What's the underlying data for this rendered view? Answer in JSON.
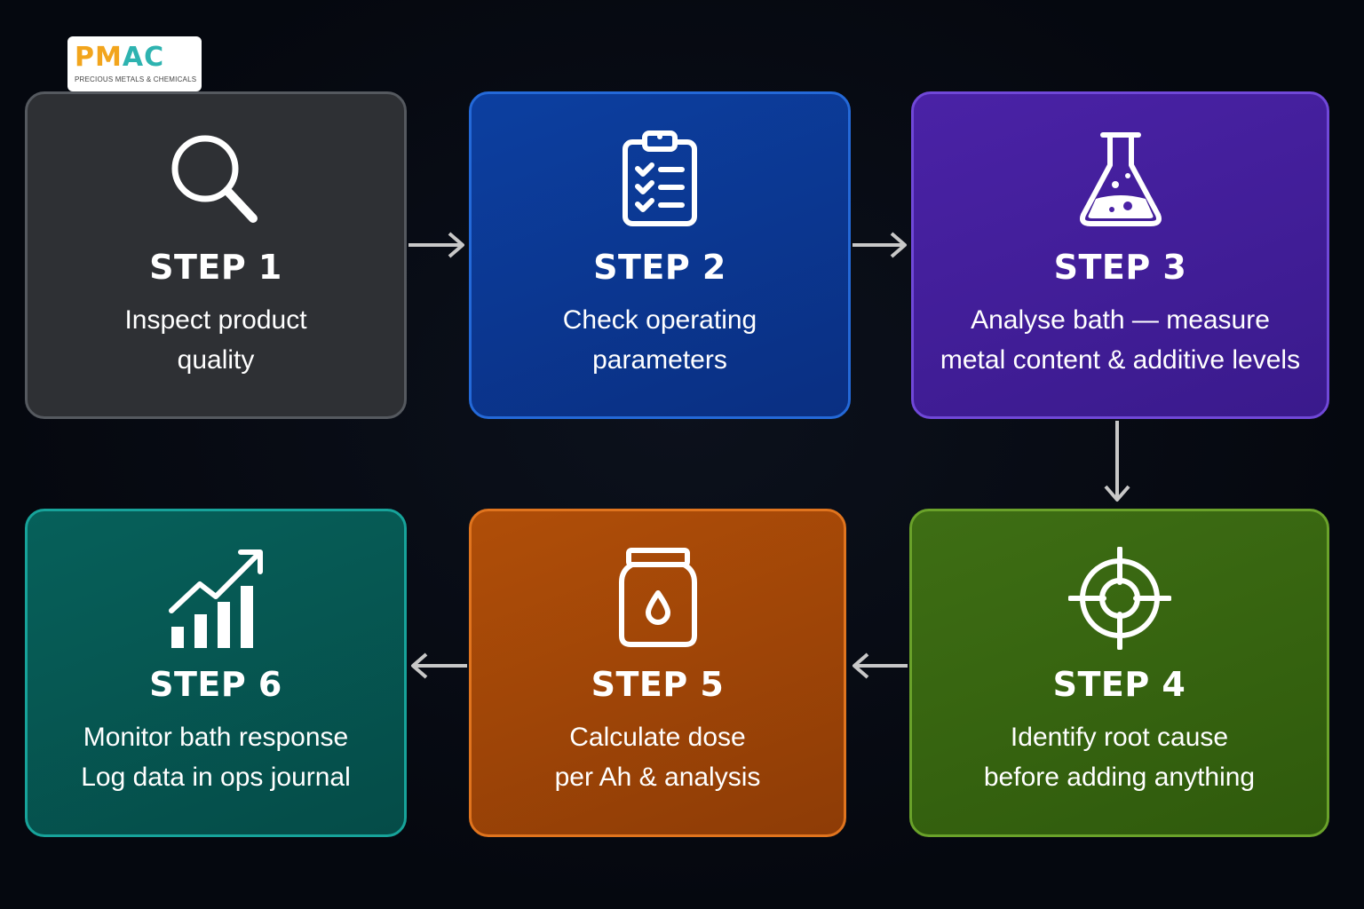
{
  "logo": {
    "mark_letters": [
      "P",
      "M",
      "A",
      "C"
    ],
    "tagline": "PRECIOUS METALS & CHEMICALS"
  },
  "steps": [
    {
      "title": "STEP 1",
      "lines": [
        "Inspect product",
        "quality"
      ],
      "icon": "magnifier-icon",
      "color": "#2e3034"
    },
    {
      "title": "STEP 2",
      "lines": [
        "Check operating",
        "parameters"
      ],
      "icon": "clipboard-checklist-icon",
      "color": "#0c3fa0"
    },
    {
      "title": "STEP 3",
      "lines": [
        "Analyse bath — measure",
        "metal content & additive levels"
      ],
      "icon": "flask-icon",
      "color": "#4a22a6"
    },
    {
      "title": "STEP 4",
      "lines": [
        "Identify root cause",
        "before adding anything"
      ],
      "icon": "target-icon",
      "color": "#3e6e14"
    },
    {
      "title": "STEP 5",
      "lines": [
        "Calculate dose",
        "per Ah & analysis"
      ],
      "icon": "jar-drop-icon",
      "color": "#b04e08"
    },
    {
      "title": "STEP 6",
      "lines": [
        "Monitor bath response",
        "Log data in ops journal"
      ],
      "icon": "growth-chart-icon",
      "color": "#06605a"
    }
  ],
  "connectors": [
    "step1-to-step2",
    "step2-to-step3",
    "step3-to-step4",
    "step4-to-step5",
    "step5-to-step6"
  ]
}
